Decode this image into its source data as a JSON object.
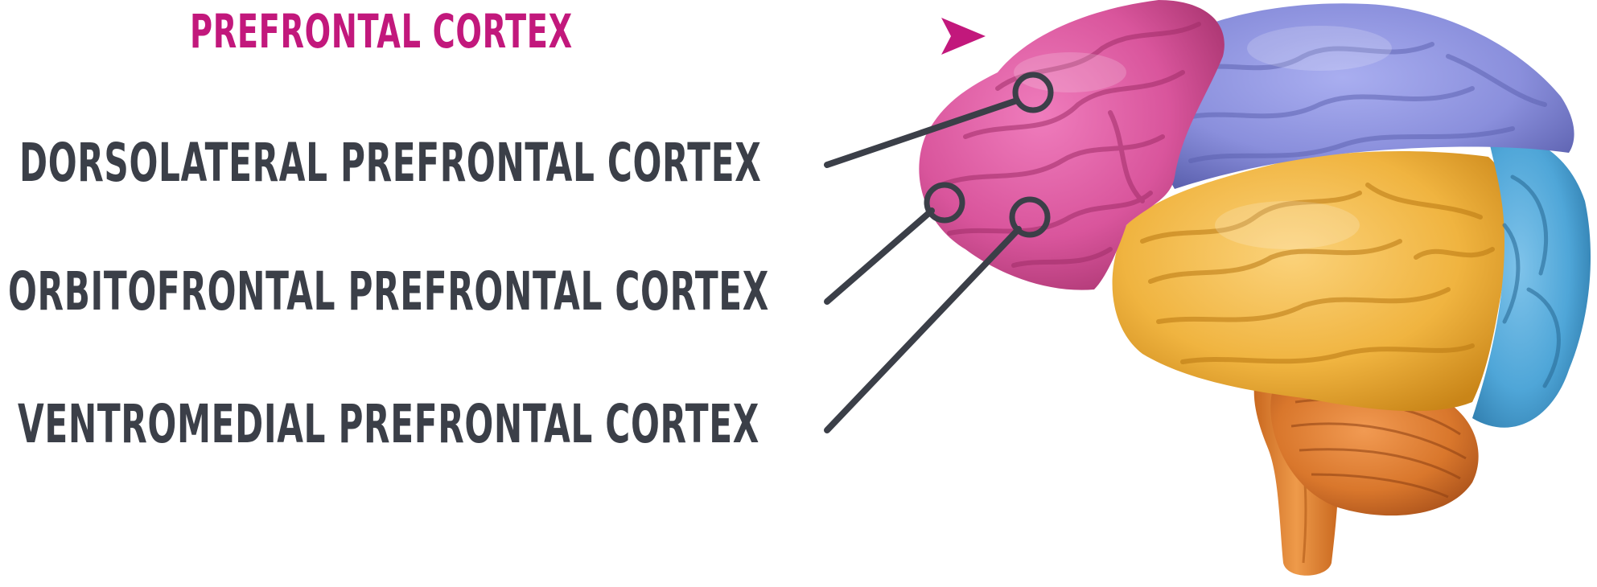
{
  "title": {
    "text": "PREFRONTAL CORTEX",
    "color": "#c2187c"
  },
  "regions": [
    {
      "id": "dlpfc",
      "label": "DORSOLATERAL PREFRONTAL CORTEX"
    },
    {
      "id": "ofc",
      "label": "ORBITOFRONTAL PREFRONTAL CORTEX"
    },
    {
      "id": "vmpfc",
      "label": "VENTROMEDIAL PREFRONTAL CORTEX"
    }
  ],
  "colors": {
    "label_text": "#3b3f48",
    "leader_line": "#3b3f48",
    "frontal_lobe": "#d9559c",
    "parietal_lobe": "#8a8fdc",
    "temporal_lobe": "#f0b440",
    "occipital_lobe": "#4fa6d8",
    "cerebellum": "#d9772c",
    "brainstem": "#e08a3a"
  }
}
